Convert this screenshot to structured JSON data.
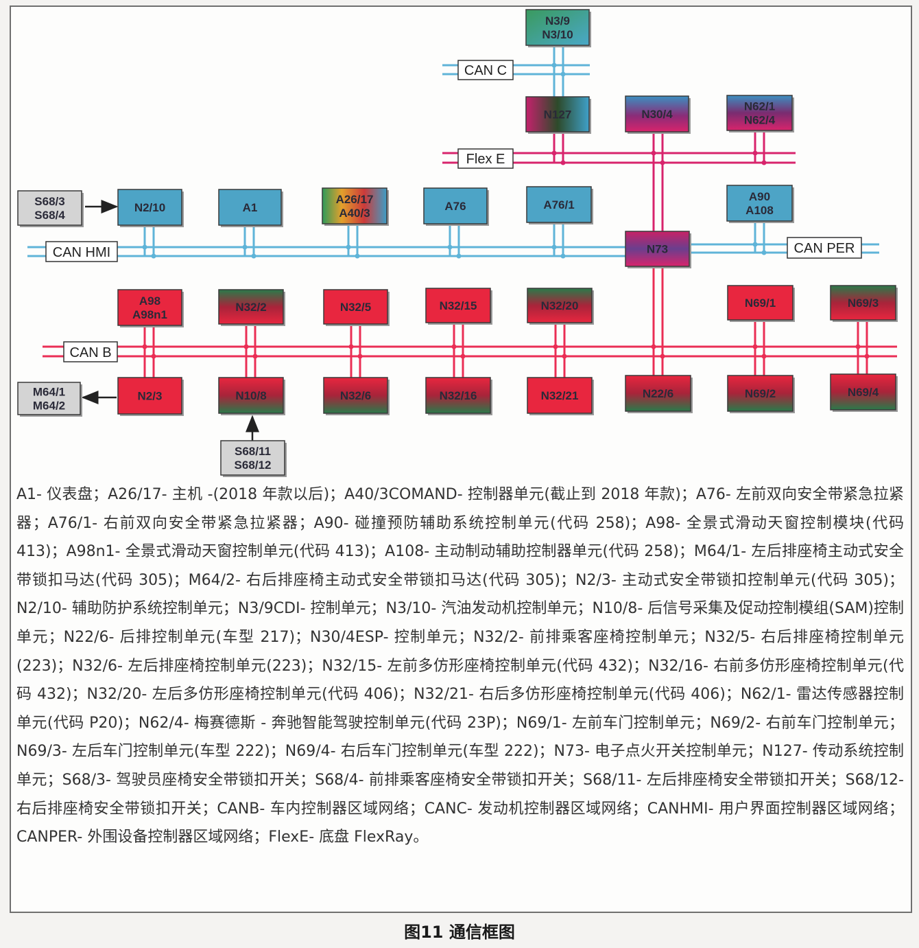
{
  "buses": {
    "can_c": "CAN C",
    "flex_e": "Flex E",
    "can_hmi": "CAN HMI",
    "can_per": "CAN PER",
    "can_b": "CAN B"
  },
  "nodes": {
    "n3_9": [
      "N3/9",
      "N3/10"
    ],
    "n127": [
      "N127"
    ],
    "n30_4": [
      "N30/4"
    ],
    "n62": [
      "N62/1",
      "N62/4"
    ],
    "s68_3": [
      "S68/3",
      "S68/4"
    ],
    "n2_10": [
      "N2/10"
    ],
    "a1": [
      "A1"
    ],
    "a26": [
      "A26/17",
      "A40/3"
    ],
    "a76": [
      "A76"
    ],
    "a76_1": [
      "A76/1"
    ],
    "a90": [
      "A90",
      "A108"
    ],
    "n73": [
      "N73"
    ],
    "a98": [
      "A98",
      "A98n1"
    ],
    "n32_2": [
      "N32/2"
    ],
    "n32_5": [
      "N32/5"
    ],
    "n32_15": [
      "N32/15"
    ],
    "n32_20": [
      "N32/20"
    ],
    "n69_1": [
      "N69/1"
    ],
    "n69_3": [
      "N69/3"
    ],
    "m64": [
      "M64/1",
      "M64/2"
    ],
    "n2_3": [
      "N2/3"
    ],
    "n10_8": [
      "N10/8"
    ],
    "n32_6": [
      "N32/6"
    ],
    "n32_16": [
      "N32/16"
    ],
    "n32_21": [
      "N32/21"
    ],
    "n22_6": [
      "N22/6"
    ],
    "n69_2": [
      "N69/2"
    ],
    "n69_4": [
      "N69/4"
    ],
    "s68_11": [
      "S68/11",
      "S68/12"
    ]
  },
  "colors": {
    "can_c_hmi_per": "#5fb4d8",
    "flex_e": "#d8246c",
    "can_b": "#ea2e55",
    "blue_box": "#4da4c6",
    "red_box": "#e8263f",
    "gray_box": "#d4d4d4"
  },
  "legend_text": "A1- 仪表盘；A26/17- 主机 -(2018 年款以后)；A40/3COMAND- 控制器单元(截止到 2018 年款)；A76- 左前双向安全带紧急拉紧器；A76/1- 右前双向安全带紧急拉紧器；A90- 碰撞预防辅助系统控制单元(代码 258)；A98- 全景式滑动天窗控制模块(代码 413)；A98n1- 全景式滑动天窗控制单元(代码 413)；A108- 主动制动辅助控制器单元(代码 258)；M64/1- 左后排座椅主动式安全带锁扣马达(代码 305)；M64/2- 右后排座椅主动式安全带锁扣马达(代码 305)；N2/3- 主动式安全带锁扣控制单元(代码 305)；N2/10- 辅助防护系统控制单元；N3/9CDI- 控制单元；N3/10- 汽油发动机控制单元；N10/8- 后信号采集及促动控制模组(SAM)控制单元；N22/6- 后排控制单元(车型 217)；N30/4ESP- 控制单元；N32/2- 前排乘客座椅控制单元；N32/5- 右后排座椅控制单元(223)；N32/6- 左后排座椅控制单元(223)；N32/15- 左前多仿形座椅控制单元(代码 432)；N32/16- 右前多仿形座椅控制单元(代码 432)；N32/20- 左后多仿形座椅控制单元(代码 406)；N32/21- 右后多仿形座椅控制单元(代码 406)；N62/1- 雷达传感器控制单元(代码 P20)；N62/4- 梅赛德斯 - 奔驰智能驾驶控制单元(代码 23P)；N69/1- 左前车门控制单元；N69/2- 右前车门控制单元；N69/3- 左后车门控制单元(车型 222)；N69/4- 右后车门控制单元(车型 222)；N73- 电子点火开关控制单元；N127- 传动系统控制单元；S68/3- 驾驶员座椅安全带锁扣开关；S68/4- 前排乘客座椅安全带锁扣开关；S68/11- 左后排座椅安全带锁扣开关；S68/12- 右后排座椅安全带锁扣开关；CANB- 车内控制器区域网络；CANC- 发动机控制器区域网络；CANHMI- 用户界面控制器区域网络；CANPER- 外围设备控制器区域网络；FlexE- 底盘 FlexRay。",
  "caption": "图11 通信框图"
}
